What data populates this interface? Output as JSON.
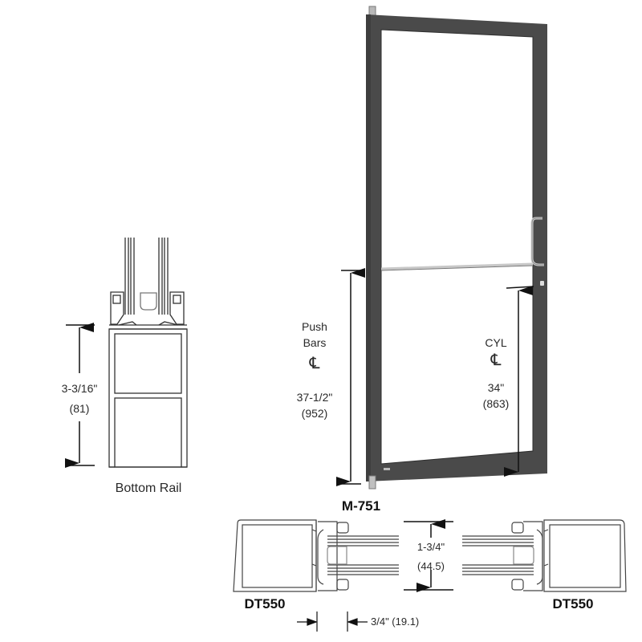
{
  "door": {
    "model": "M-751",
    "frame_color": "#4a4a4a",
    "push_bars": {
      "label_line1": "Push",
      "label_line2": "Bars",
      "centerline_symbol": "℄",
      "dimension_in": "37-1/2\"",
      "dimension_mm": "(952)"
    },
    "cylinder": {
      "label": "CYL",
      "centerline_symbol": "℄",
      "dimension_in": "34\"",
      "dimension_mm": "(863)"
    }
  },
  "bottom_rail": {
    "caption": "Bottom Rail",
    "dimension_in": "3-3/16\"",
    "dimension_mm": "(81)"
  },
  "section": {
    "left_label": "DT550",
    "right_label": "DT550",
    "thickness_in": "1-3/4\"",
    "thickness_mm": "(44.5)",
    "offset_label": "3/4\" (19.1)"
  }
}
